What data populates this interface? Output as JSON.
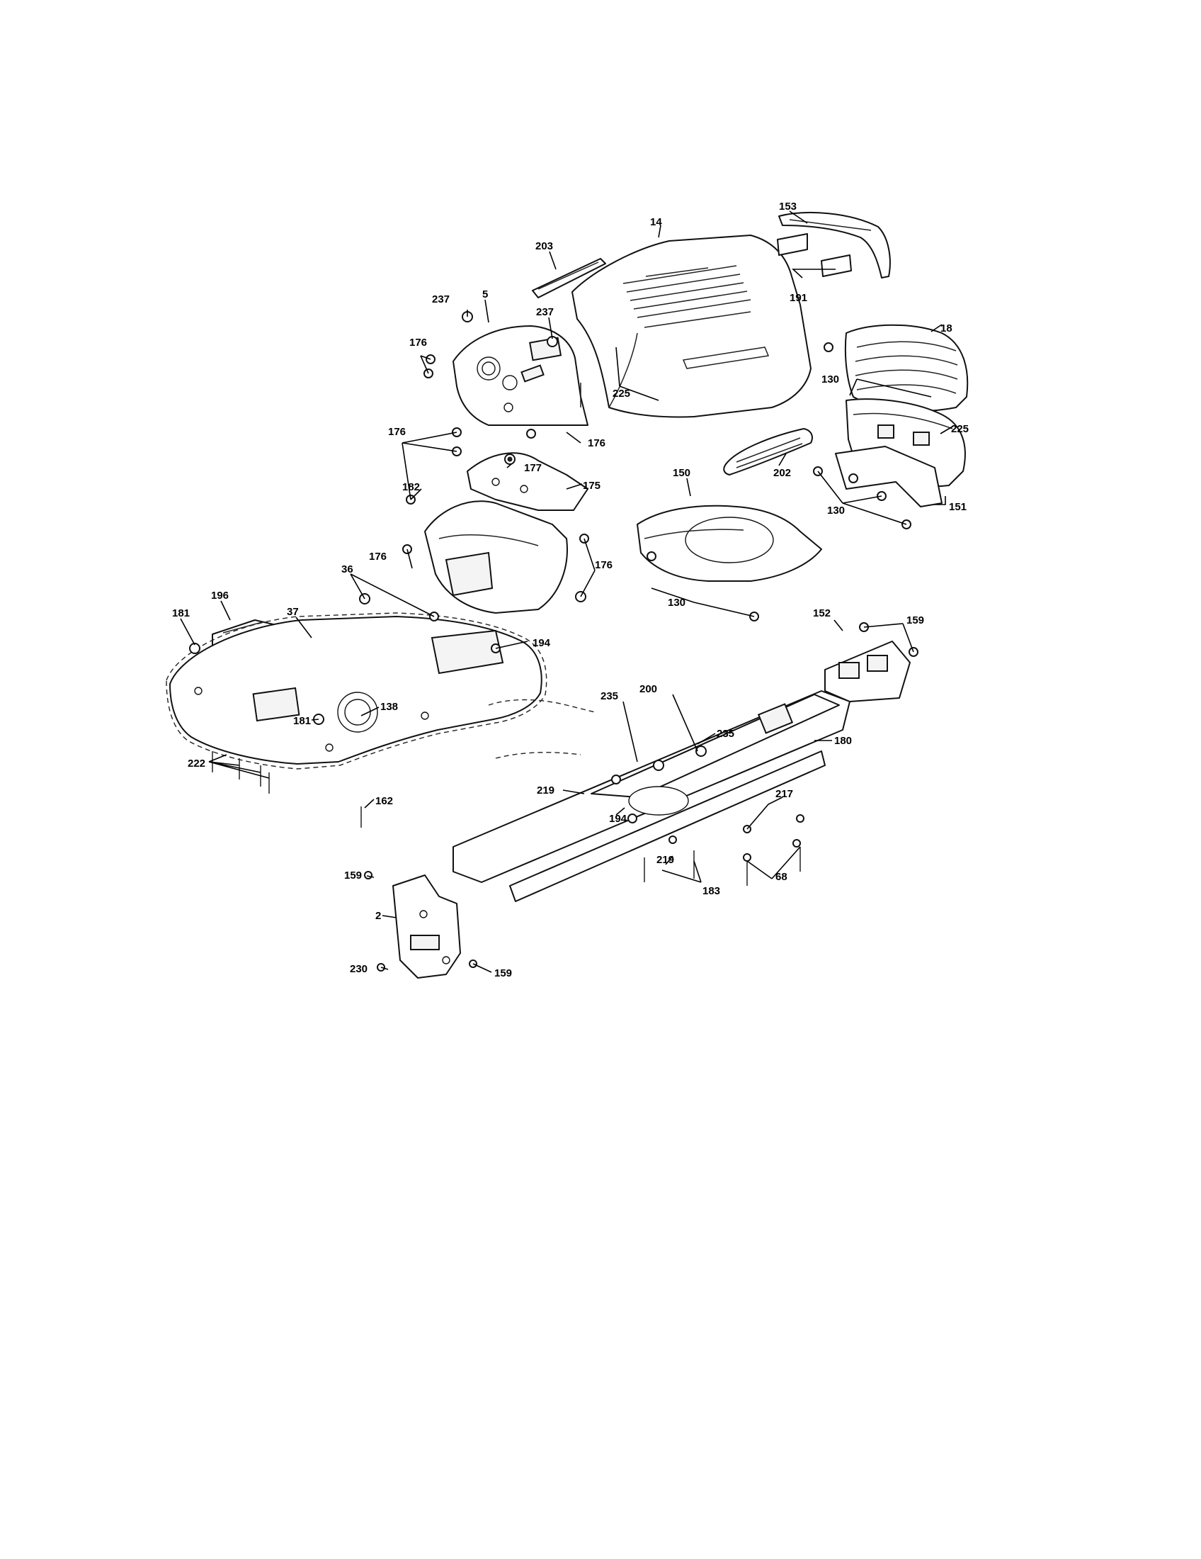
{
  "diagram": {
    "callouts": {
      "c153": "153",
      "c14": "14",
      "c203": "203",
      "c237a": "237",
      "c5": "5",
      "c237b": "237",
      "c176a": "176",
      "c191": "191",
      "c18": "18",
      "c130a": "130",
      "c225a": "225",
      "c225b": "225",
      "c176b": "176",
      "c176c": "176",
      "c177": "177",
      "c175": "175",
      "c202": "202",
      "c182": "182",
      "c150": "150",
      "c130b": "130",
      "c151": "151",
      "c176d": "176",
      "c176e": "176",
      "c36": "36",
      "c196": "196",
      "c181a": "181",
      "c37": "37",
      "c194a": "194",
      "c130c": "130",
      "c152": "152",
      "c159a": "159",
      "c138": "138",
      "c181b": "181",
      "c235a": "235",
      "c200": "200",
      "c235b": "235",
      "c180": "180",
      "c222": "222",
      "c219a": "219",
      "c217": "217",
      "c162": "162",
      "c194b": "194",
      "c219b": "219",
      "c68": "68",
      "c183": "183",
      "c159b": "159",
      "c2": "2",
      "c230": "230",
      "c159c": "159"
    }
  }
}
